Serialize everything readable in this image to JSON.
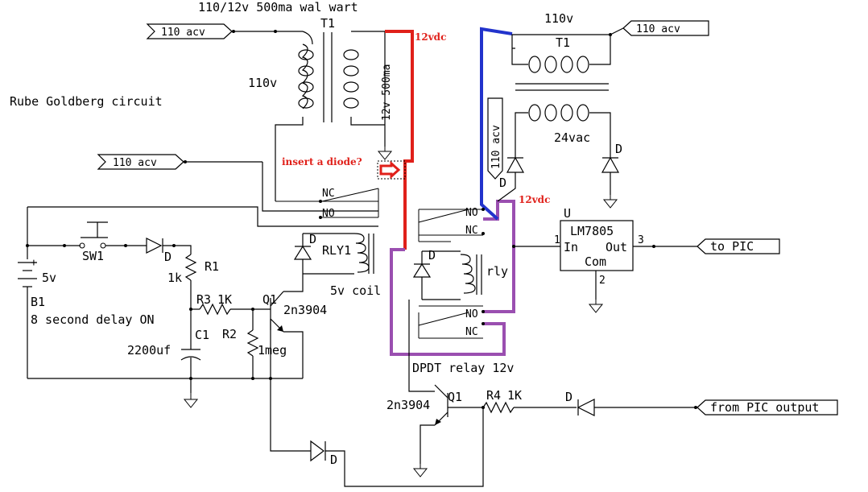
{
  "title": "110/12v 500ma wal wart",
  "circuit_label": "Rube Goldberg circuit",
  "annotations": {
    "v12dc_top": "12vdc",
    "v12dc_mid": "12vdc",
    "insert_diode": "insert a diode?"
  },
  "ports": {
    "acv_top_left": "110 acv",
    "acv_mid_left": "110 acv",
    "acv_top_right": "110 acv",
    "acv_vertical": "110 acv",
    "to_pic": "to PIC",
    "from_pic": "from PIC output"
  },
  "components": {
    "t1_left": "T1",
    "t1_left_primary": "110v",
    "t1_left_secondary": "12v 500ma",
    "t1_right": "T1",
    "t1_right_primary": "110v",
    "t1_right_secondary": "24vac",
    "rly1": "RLY1",
    "rly1_coil": "5v coil",
    "rly": "rly",
    "dpdt": "DPDT relay 12v",
    "nc_top": "NC",
    "no_top": "NO",
    "no_mid": "NO",
    "nc_mid": "NC",
    "no_low": "NO",
    "nc_low": "NC",
    "sw1": "SW1",
    "b1": "B1",
    "b1_v": "5v",
    "r1": "R1",
    "r1_v": "1k",
    "r3": "R3",
    "r3_v": "1K",
    "r2": "R2",
    "r2_v": "1meg",
    "c1": "C1",
    "c1_v": "2200uf",
    "delay": "8 second delay ON",
    "q1_top": "Q1",
    "q1_top_type": "2n3904",
    "q1_bot": "Q1",
    "q1_bot_type": "2n3904",
    "r4": "R4",
    "r4_v": "1K",
    "reg": "LM7805",
    "reg_in": "In",
    "reg_out": "Out",
    "reg_com": "Com",
    "reg_pin1": "1",
    "reg_pin2": "2",
    "reg_pin3": "3",
    "reg_u": "U",
    "d": "D",
    "plus": "+"
  },
  "colors": {
    "red": "#e0201a",
    "blue": "#2233cc",
    "purple": "#9a4fb0"
  }
}
